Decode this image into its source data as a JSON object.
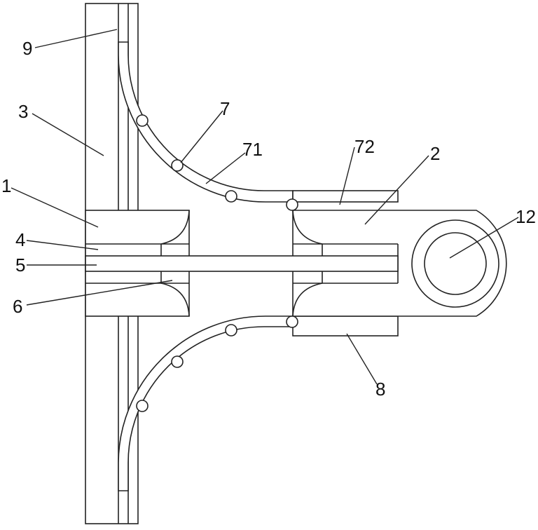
{
  "colors": {
    "stroke": "#222222",
    "background": "#ffffff"
  },
  "labels": {
    "l1": "1",
    "l2": "2",
    "l3": "3",
    "l4": "4",
    "l5": "5",
    "l6": "6",
    "l7": "7",
    "l71": "71",
    "l72": "72",
    "l8": "8",
    "l9": "9",
    "l12": "12"
  }
}
